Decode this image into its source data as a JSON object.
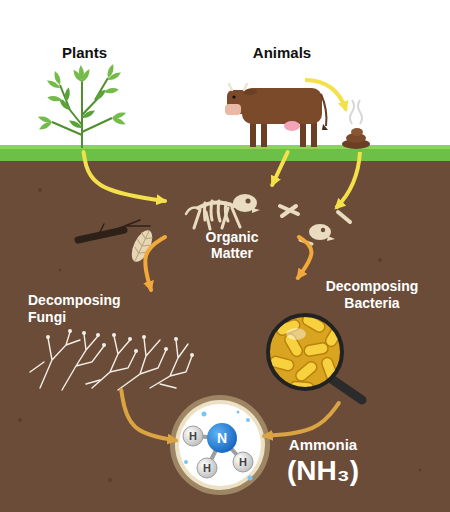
{
  "diagram": {
    "nodes": [
      {
        "text": [
          "Plants"
        ]
      },
      {
        "text": [
          "Animals"
        ]
      },
      {
        "text": [
          "Organic Matter"
        ]
      },
      {
        "text": [
          "Decomposing Fungi"
        ]
      },
      {
        "text": [
          "Decomposing Bacteria"
        ]
      },
      {
        "text": [
          "Ammonia",
          "(NH₃)"
        ]
      }
    ],
    "edges": [
      {
        "from": 0,
        "to": 2,
        "arrow": "to"
      },
      {
        "from": 1,
        "to": 2,
        "arrow": "to"
      },
      {
        "from": 2,
        "to": 3,
        "arrow": "to"
      },
      {
        "from": 2,
        "to": 4,
        "arrow": "to"
      },
      {
        "from": 3,
        "to": 5,
        "arrow": "to"
      },
      {
        "from": 4,
        "to": 5,
        "arrow": "to"
      }
    ],
    "labels": [
      "N",
      "H",
      "H",
      "H"
    ]
  }
}
